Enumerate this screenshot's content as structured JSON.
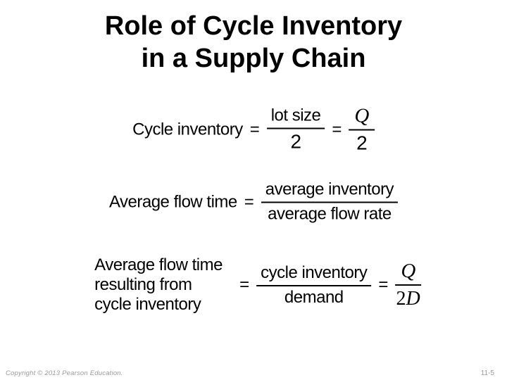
{
  "title": {
    "line1": "Role of Cycle Inventory",
    "line2": "in a Supply Chain"
  },
  "equations": {
    "cycle_inventory": {
      "lhs": "Cycle inventory",
      "equals": "=",
      "frac1": {
        "num": "lot size",
        "den": "2"
      },
      "frac2": {
        "num": "Q",
        "den": "2"
      }
    },
    "avg_flow_time": {
      "lhs": "Average flow time",
      "equals": "=",
      "frac": {
        "num": "average inventory",
        "den": "average flow rate"
      }
    },
    "avg_flow_time_cycle": {
      "lhs_line1": "Average flow time",
      "lhs_line2": "resulting from",
      "lhs_line3": "cycle inventory",
      "equals": "=",
      "frac1": {
        "num": "cycle inventory",
        "den": "demand"
      },
      "frac2": {
        "num": "Q",
        "den_coef": "2",
        "den_var": "D"
      }
    }
  },
  "footer": {
    "copyright": "Copyright © 2013 Pearson Education.",
    "slide_number": "11-5"
  },
  "colors": {
    "text": "#000000",
    "muted": "#9b9b9b",
    "background": "#ffffff"
  }
}
